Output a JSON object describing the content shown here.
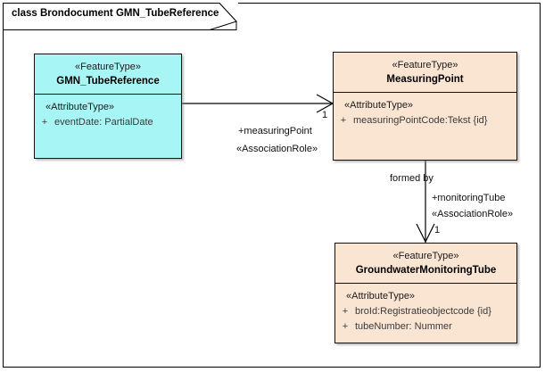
{
  "diagram": {
    "title": "class Brondocument GMN_TubeReference",
    "colors": {
      "featuretype_cyan": "#A8F5F5",
      "featuretype_peach": "#FAE5D3",
      "border": "#111111",
      "background": "#FFFFFF",
      "line": "#000000"
    }
  },
  "classes": [
    {
      "id": "gmn-tubereference",
      "stereotype": "«FeatureType»",
      "name": "GMN_TubeReference",
      "fill": "cyan",
      "compartment_stereotype": "«AttributeType»",
      "attributes": [
        {
          "visibility": "+",
          "text": "eventDate: PartialDate"
        }
      ]
    },
    {
      "id": "measuringpoint",
      "stereotype": "«FeatureType»",
      "name": "MeasuringPoint",
      "fill": "peach",
      "compartment_stereotype": "«AttributeType»",
      "attributes": [
        {
          "visibility": "+",
          "text": "measuringPointCode:Tekst {id}"
        }
      ]
    },
    {
      "id": "groundwatermonitoringtube",
      "stereotype": "«FeatureType»",
      "name": "GroundwaterMonitoringTube",
      "fill": "peach",
      "compartment_stereotype": "«AttributeType»",
      "attributes": [
        {
          "visibility": "+",
          "text": "broId:Registratieobjectcode {id}"
        },
        {
          "visibility": "+",
          "text": "tubeNumber: Nummer"
        }
      ]
    }
  ],
  "associations": [
    {
      "id": "assoc-measuringpoint",
      "from": "gmn-tubereference",
      "to": "measuringpoint",
      "target_multiplicity": "1",
      "role_name": "+measuringPoint",
      "role_stereotype": "«AssociationRole»"
    },
    {
      "id": "assoc-monitoringtube",
      "from": "measuringpoint",
      "to": "groundwatermonitoringtube",
      "name": "formed by",
      "target_multiplicity": "1",
      "role_name": "+monitoringTube",
      "role_stereotype": "«AssociationRole»"
    }
  ]
}
